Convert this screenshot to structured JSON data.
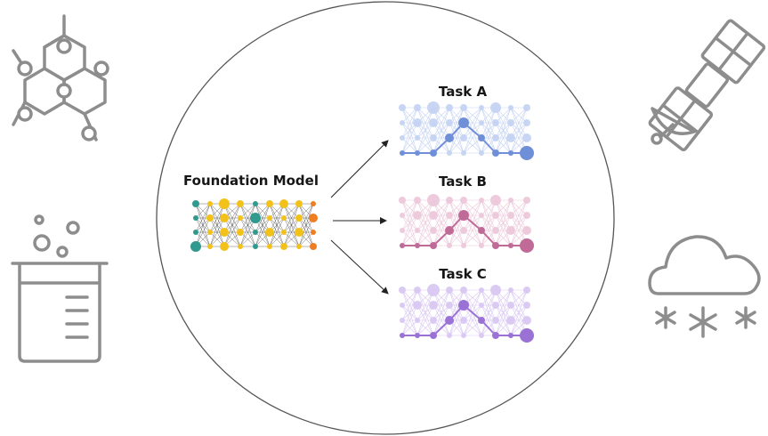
{
  "center": {
    "model_label": "Foundation Model",
    "tasks": [
      {
        "label": "Task A",
        "color": "#6f8fd8",
        "light": "#c5d3f2"
      },
      {
        "label": "Task B",
        "color": "#c06a98",
        "light": "#ecc8da"
      },
      {
        "label": "Task C",
        "color": "#9a72d6",
        "light": "#d9c8f2"
      }
    ]
  },
  "icons": [
    "molecule-icon",
    "beaker-icon",
    "satellite-icon",
    "snow-cloud-icon"
  ],
  "colors": {
    "teal": "#2f9a8d",
    "yellow": "#f2c21b",
    "orange": "#ef7d22",
    "icon_gray": "#8d8d8d",
    "circle_border": "#555555"
  }
}
